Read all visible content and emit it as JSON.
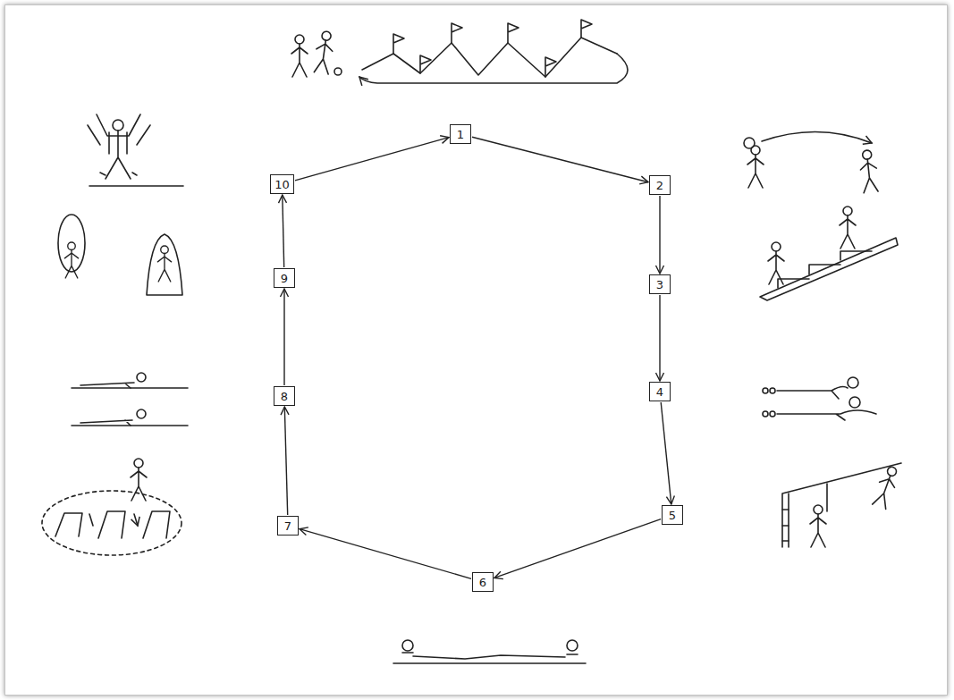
{
  "diagram": {
    "nodes": [
      {
        "text": [
          "1"
        ]
      },
      {
        "text": [
          "2"
        ]
      },
      {
        "text": [
          "3"
        ]
      },
      {
        "text": [
          "4"
        ]
      },
      {
        "text": [
          "5"
        ]
      },
      {
        "text": [
          "6"
        ]
      },
      {
        "text": [
          "7"
        ]
      },
      {
        "text": [
          "8"
        ]
      },
      {
        "text": [
          "9"
        ]
      },
      {
        "text": [
          "10"
        ]
      }
    ],
    "edges": [
      {
        "from": 0,
        "to": 1,
        "arrow": "to"
      },
      {
        "from": 1,
        "to": 2,
        "arrow": "to"
      },
      {
        "from": 2,
        "to": 3,
        "arrow": "to"
      },
      {
        "from": 3,
        "to": 4,
        "arrow": "to"
      },
      {
        "from": 4,
        "to": 5,
        "arrow": "to"
      },
      {
        "from": 5,
        "to": 6,
        "arrow": "to"
      },
      {
        "from": 6,
        "to": 7,
        "arrow": "to"
      },
      {
        "from": 7,
        "to": 8,
        "arrow": "to"
      },
      {
        "from": 8,
        "to": 9,
        "arrow": "to"
      },
      {
        "from": 9,
        "to": 0,
        "arrow": "to"
      }
    ]
  }
}
